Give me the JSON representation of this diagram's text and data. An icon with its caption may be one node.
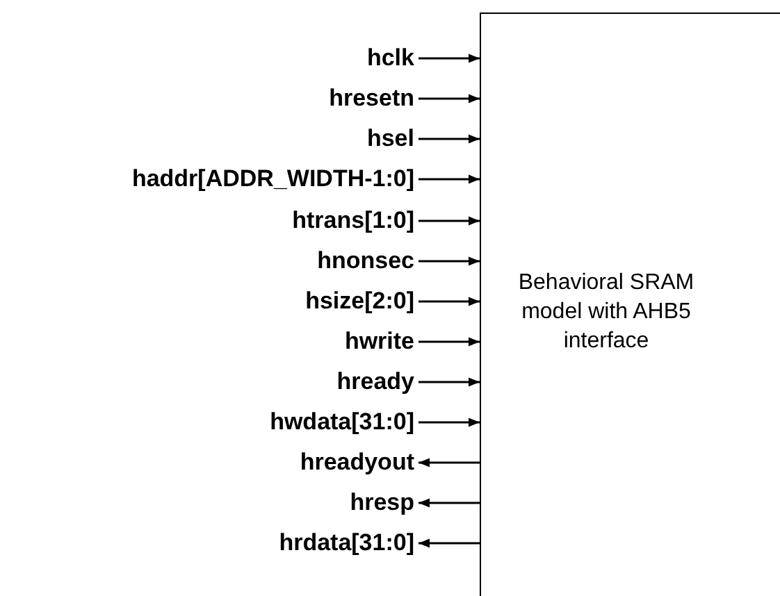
{
  "diagram": {
    "nodes": [
      {
        "text": [
          "hclk"
        ]
      },
      {
        "text": [
          "hresetn"
        ]
      },
      {
        "text": [
          "hsel"
        ]
      },
      {
        "text": [
          "haddr[ADDR_WIDTH-1:0]"
        ]
      },
      {
        "text": [
          "htrans[1:0]"
        ]
      },
      {
        "text": [
          "hnonsec"
        ]
      },
      {
        "text": [
          "hsize[2:0]"
        ]
      },
      {
        "text": [
          "hwrite"
        ]
      },
      {
        "text": [
          "hready"
        ]
      },
      {
        "text": [
          "hwdata[31:0]"
        ]
      },
      {
        "text": [
          "hreadyout"
        ]
      },
      {
        "text": [
          "hresp"
        ]
      },
      {
        "text": [
          "hrdata[31:0]"
        ]
      },
      {
        "text": [
          "Behavioral SRAM model with AHB5 interface"
        ]
      }
    ],
    "edges": [
      {
        "from": 0,
        "to": 13,
        "arrow": "to"
      },
      {
        "from": 1,
        "to": 13,
        "arrow": "to"
      },
      {
        "from": 2,
        "to": 13,
        "arrow": "to"
      },
      {
        "from": 3,
        "to": 13,
        "arrow": "to"
      },
      {
        "from": 4,
        "to": 13,
        "arrow": "to"
      },
      {
        "from": 5,
        "to": 13,
        "arrow": "to"
      },
      {
        "from": 6,
        "to": 13,
        "arrow": "to"
      },
      {
        "from": 7,
        "to": 13,
        "arrow": "to"
      },
      {
        "from": 8,
        "to": 13,
        "arrow": "to"
      },
      {
        "from": 9,
        "to": 13,
        "arrow": "to"
      },
      {
        "from": 13,
        "to": 10,
        "arrow": "to"
      },
      {
        "from": 13,
        "to": 11,
        "arrow": "to"
      },
      {
        "from": 13,
        "to": 12,
        "arrow": "to"
      }
    ]
  }
}
